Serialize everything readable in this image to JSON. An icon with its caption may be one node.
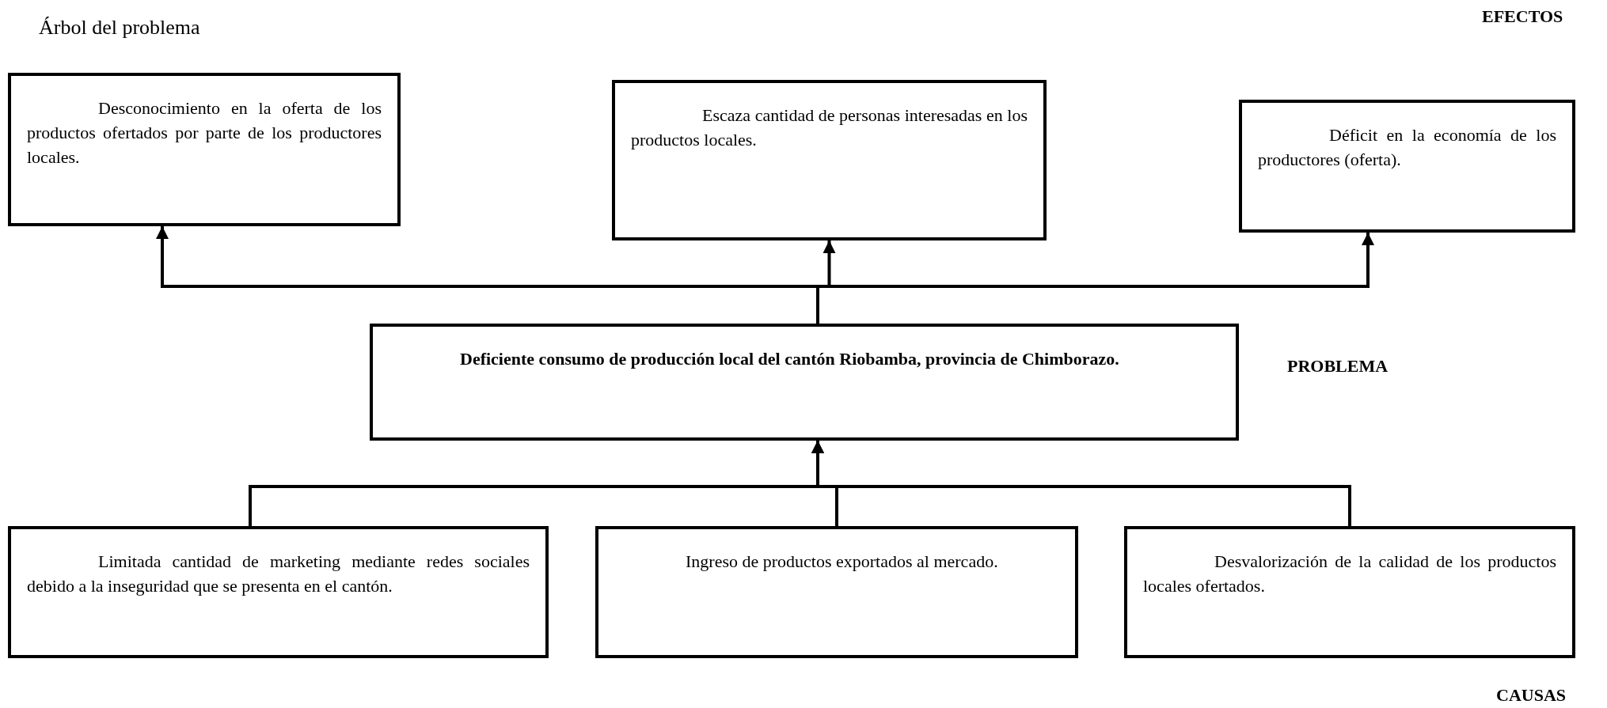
{
  "diagram": {
    "title": "Árbol del problema",
    "nodes": [
      {
        "text": [
          "Desconocimiento en la oferta de los productos ofertados por parte de los productores locales."
        ]
      },
      {
        "text": [
          "Escaza cantidad de personas interesadas en los productos locales."
        ]
      },
      {
        "text": [
          "Déficit en la economía de los productores (oferta)."
        ]
      },
      {
        "text": [
          "Deficiente consumo de producción local del cantón Riobamba, provincia de Chimborazo."
        ]
      },
      {
        "text": [
          "Limitada cantidad de marketing mediante redes sociales debido a la inseguridad que se presenta en el cantón."
        ]
      },
      {
        "text": [
          "Ingreso de productos exportados al mercado."
        ]
      },
      {
        "text": [
          "Desvalorización de la calidad de los productos locales ofertados."
        ]
      }
    ],
    "edges": [
      {
        "from": 3,
        "to": 0,
        "arrow": "to"
      },
      {
        "from": 3,
        "to": 1,
        "arrow": "to"
      },
      {
        "from": 3,
        "to": 2,
        "arrow": "to"
      },
      {
        "from": 4,
        "to": 3,
        "arrow": "to"
      },
      {
        "from": 5,
        "to": 3,
        "arrow": "to"
      },
      {
        "from": 6,
        "to": 3,
        "arrow": "to"
      }
    ],
    "labels": [
      "EFECTOS",
      "PROBLEMA",
      "CAUSAS"
    ]
  }
}
